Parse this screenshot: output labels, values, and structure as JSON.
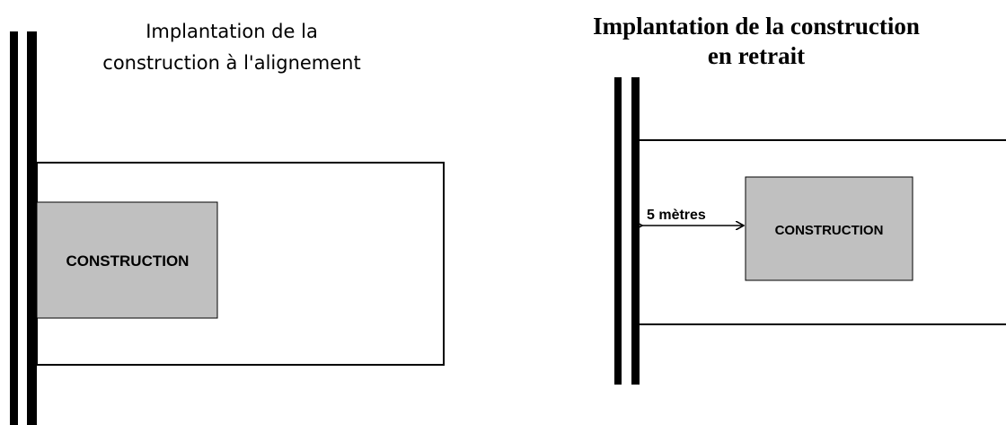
{
  "left_panel": {
    "title_line1": "Implantation de la",
    "title_line2": "construction à l'alignement",
    "construction_label": "CONSTRUCTION"
  },
  "right_panel": {
    "title_line1": "Implantation de la construction",
    "title_line2": "en retrait",
    "setback_label": "5 mètres",
    "construction_label": "CONSTRUCTION"
  },
  "colors": {
    "construction_fill": "#c0c0c0",
    "line": "#000000",
    "background": "#ffffff"
  }
}
